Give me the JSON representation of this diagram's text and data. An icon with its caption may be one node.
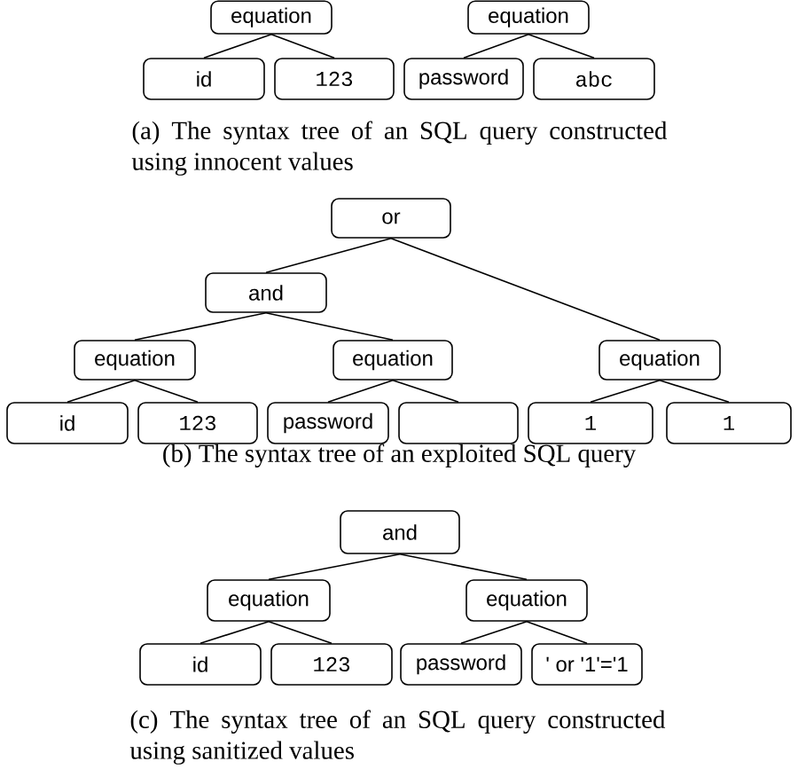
{
  "diagram": {
    "nodes": [
      {
        "text": [
          "equation"
        ]
      },
      {
        "text": [
          "equation"
        ]
      },
      {
        "text": [
          "id"
        ]
      },
      {
        "text": [
          "123"
        ]
      },
      {
        "text": [
          "password"
        ]
      },
      {
        "text": [
          "abc"
        ]
      },
      {
        "text": [
          "or"
        ]
      },
      {
        "text": [
          "and"
        ]
      },
      {
        "text": [
          "equation"
        ]
      },
      {
        "text": [
          "equation"
        ]
      },
      {
        "text": [
          "equation"
        ]
      },
      {
        "text": [
          "id"
        ]
      },
      {
        "text": [
          "123"
        ]
      },
      {
        "text": [
          "password"
        ]
      },
      {
        "text": [],
        "shape": "box"
      },
      {
        "text": [
          "1"
        ]
      },
      {
        "text": [
          "1"
        ]
      },
      {
        "text": [
          "and"
        ]
      },
      {
        "text": [
          "equation"
        ]
      },
      {
        "text": [
          "equation"
        ]
      },
      {
        "text": [
          "id"
        ]
      },
      {
        "text": [
          "123"
        ]
      },
      {
        "text": [
          "password"
        ]
      },
      {
        "text": [
          "' or '1'='1"
        ]
      }
    ],
    "edges": [
      {
        "from": 0,
        "to": 2,
        "arrow": "none"
      },
      {
        "from": 0,
        "to": 3,
        "arrow": "none"
      },
      {
        "from": 1,
        "to": 4,
        "arrow": "none"
      },
      {
        "from": 1,
        "to": 5,
        "arrow": "none"
      },
      {
        "from": 6,
        "to": 7,
        "arrow": "none"
      },
      {
        "from": 6,
        "to": 10,
        "arrow": "none"
      },
      {
        "from": 7,
        "to": 8,
        "arrow": "none"
      },
      {
        "from": 7,
        "to": 9,
        "arrow": "none"
      },
      {
        "from": 8,
        "to": 11,
        "arrow": "none"
      },
      {
        "from": 8,
        "to": 12,
        "arrow": "none"
      },
      {
        "from": 9,
        "to": 13,
        "arrow": "none"
      },
      {
        "from": 9,
        "to": 14,
        "arrow": "none"
      },
      {
        "from": 10,
        "to": 15,
        "arrow": "none"
      },
      {
        "from": 10,
        "to": 16,
        "arrow": "none"
      },
      {
        "from": 17,
        "to": 18,
        "arrow": "none"
      },
      {
        "from": 17,
        "to": 19,
        "arrow": "none"
      },
      {
        "from": 18,
        "to": 20,
        "arrow": "none"
      },
      {
        "from": 18,
        "to": 21,
        "arrow": "none"
      },
      {
        "from": 19,
        "to": 22,
        "arrow": "none"
      },
      {
        "from": 19,
        "to": 23,
        "arrow": "none"
      }
    ],
    "labels": [
      "(a) The syntax tree of an SQL query constructed using innocent values",
      "(b) The syntax tree of an exploited SQL query",
      "(c) The syntax tree of an SQL query constructed using sanitized values"
    ]
  }
}
